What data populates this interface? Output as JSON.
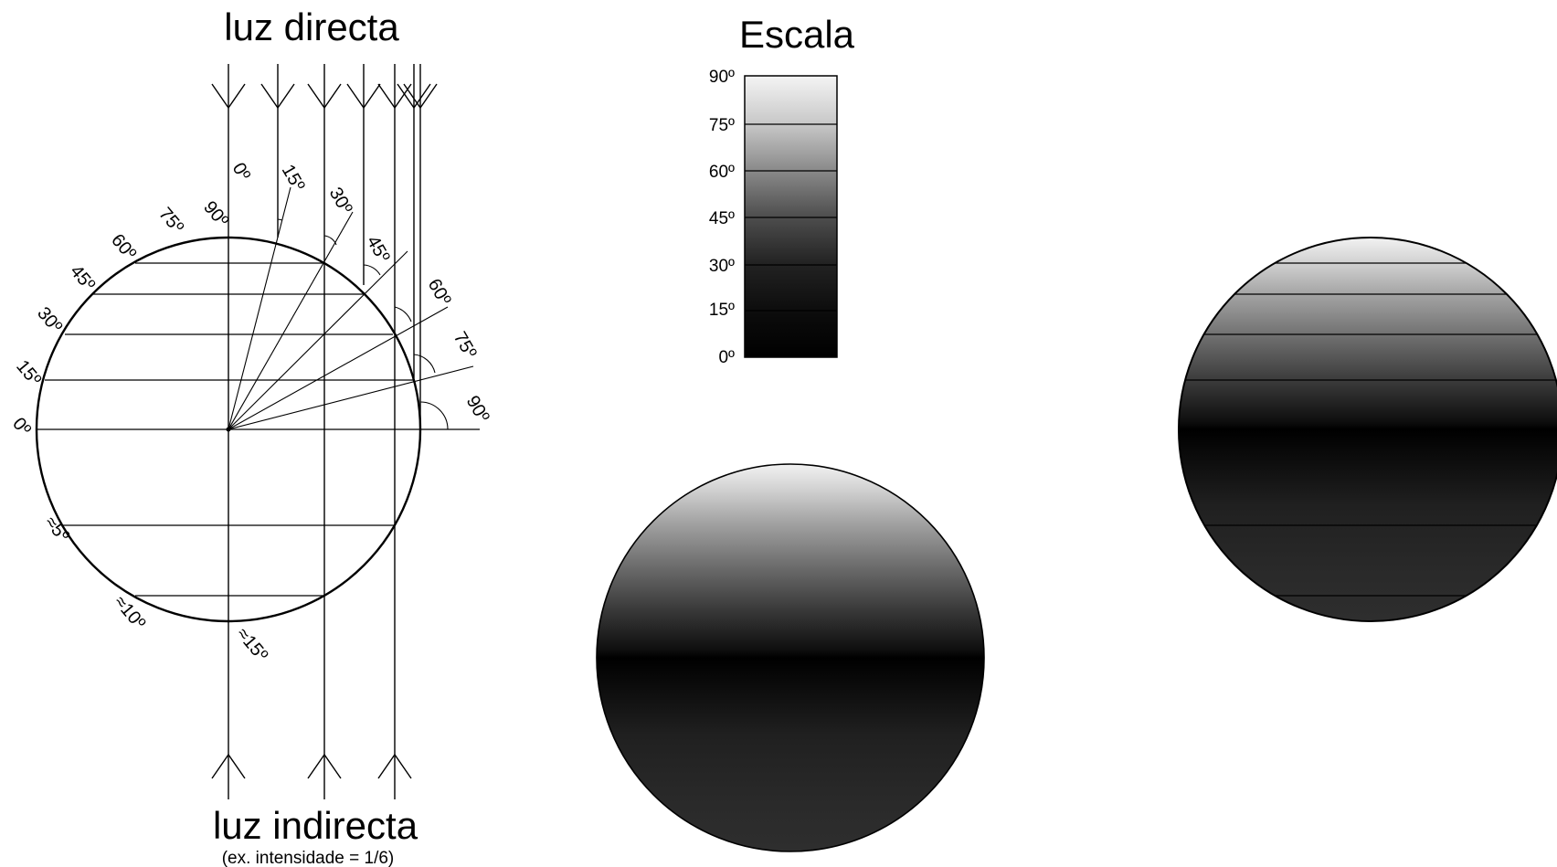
{
  "diagram": {
    "title_top": "luz directa",
    "title_bottom": "luz indirecta",
    "subtitle_bottom": "(ex. intensidade = 1/6)",
    "upper_angle_labels": [
      "0º",
      "15º",
      "30º",
      "45º",
      "60º",
      "75º",
      "90º"
    ],
    "side_angle_labels": [
      "90º",
      "75º",
      "60º",
      "45º",
      "30º",
      "15º",
      "0º"
    ],
    "lower_angle_labels": [
      "≈5º",
      "≈10º",
      "≈15º"
    ]
  },
  "scale": {
    "title": "Escala",
    "ticks": [
      "90º",
      "75º",
      "60º",
      "45º",
      "30º",
      "15º",
      "0º"
    ]
  },
  "colors": {
    "line": "#000000",
    "background": "#ffffff"
  }
}
